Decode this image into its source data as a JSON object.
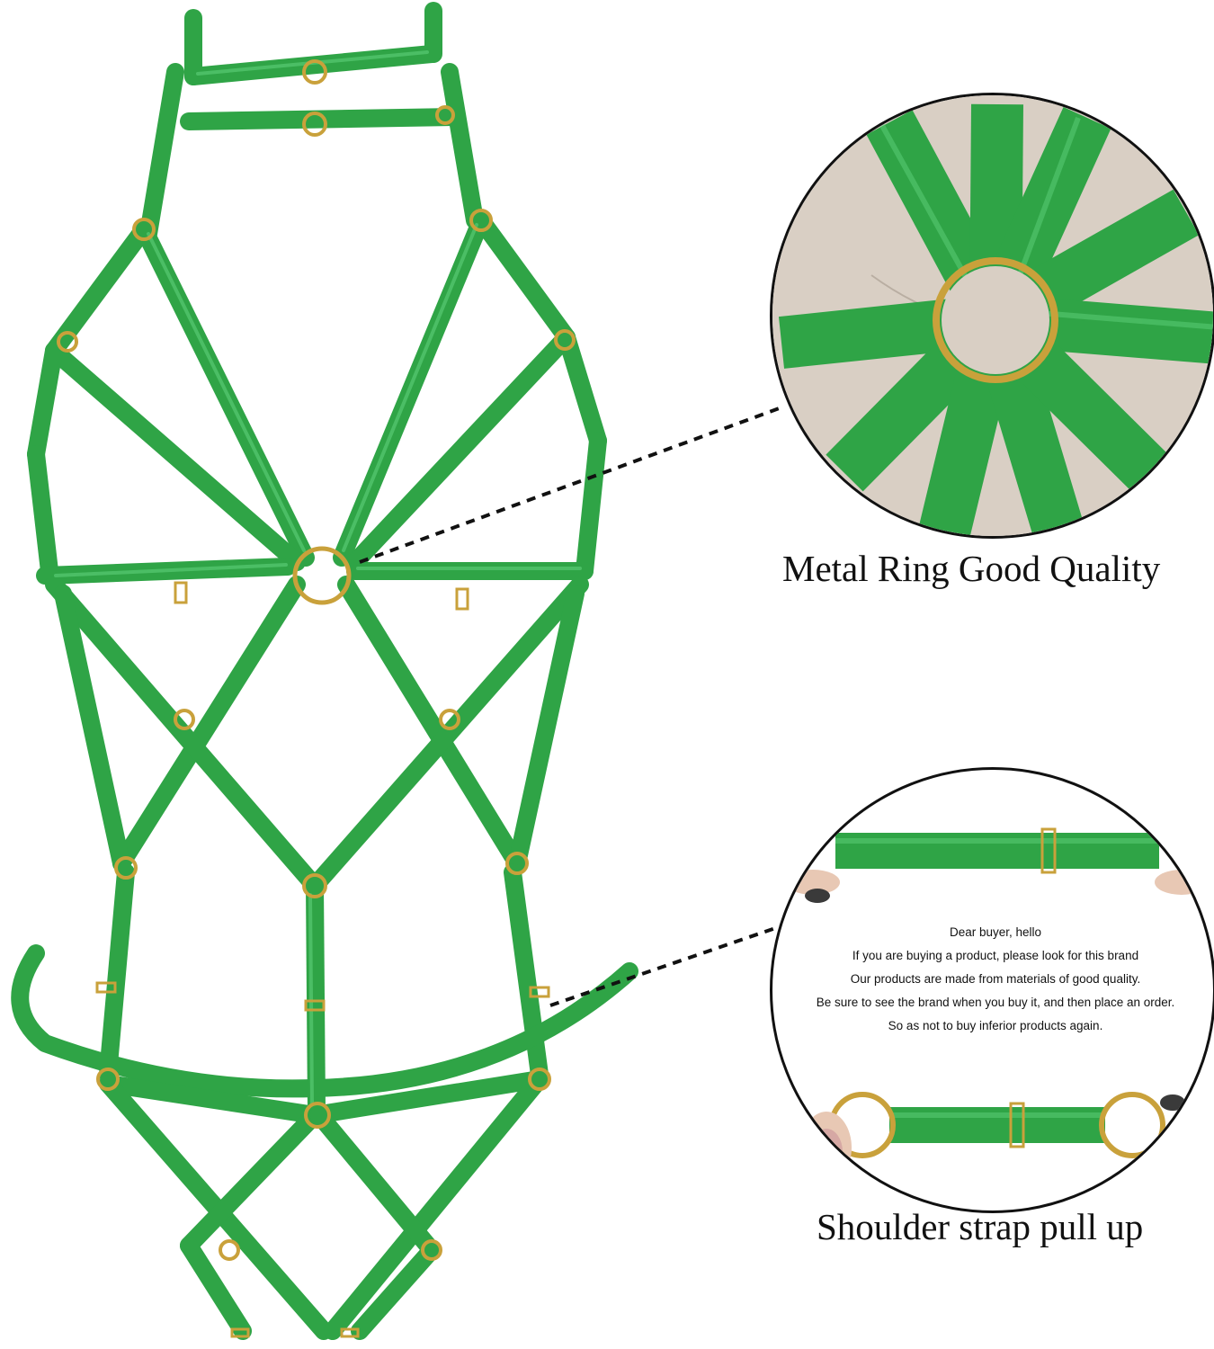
{
  "colors": {
    "strap": "#2fa446",
    "strap_dark": "#1e7f34",
    "ring": "#c9a13b",
    "fabric": "#d9cfc4",
    "background": "#ffffff"
  },
  "callouts": {
    "ring": {
      "caption": "Metal Ring Good Quality"
    },
    "strap": {
      "caption": "Shoulder strap pull up"
    }
  },
  "buyer_card": {
    "lines": [
      "Dear buyer, hello",
      "If you are buying a product, please look for this brand",
      "Our products are made from materials of good quality.",
      "Be sure to see the brand when you buy it, and then place an order.",
      "So as not to buy inferior products again."
    ]
  }
}
